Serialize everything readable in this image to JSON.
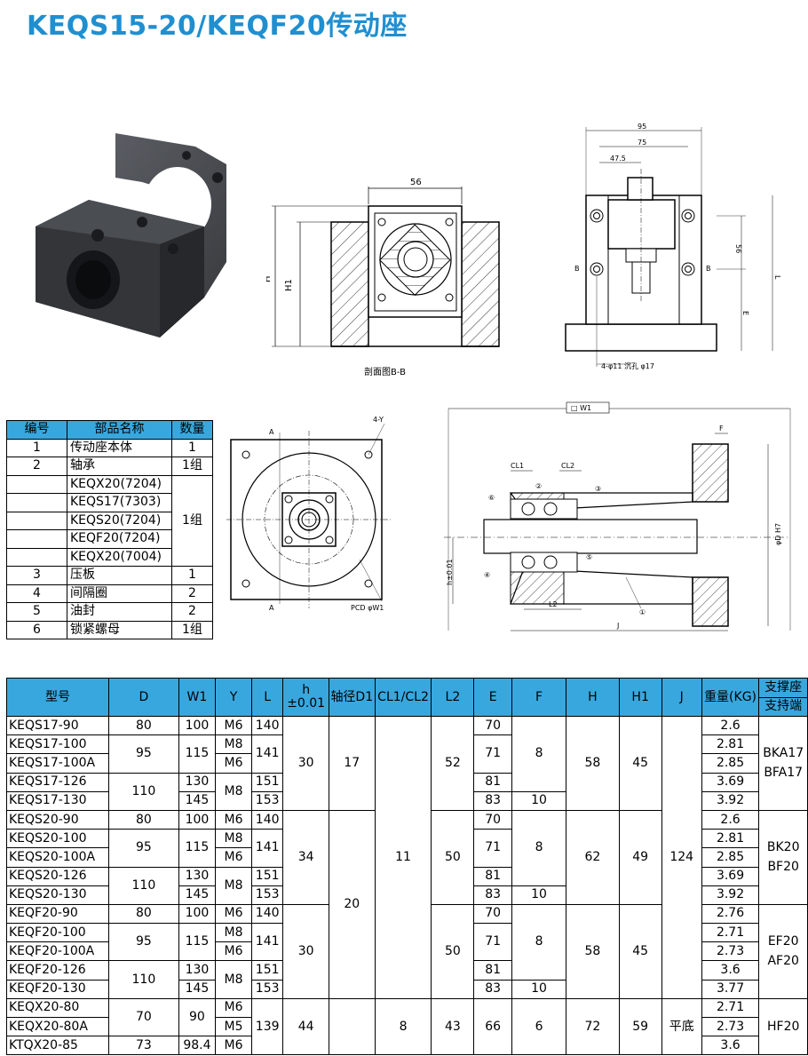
{
  "title": "KEQS15-20/KEQF20传动座",
  "drawing_labels": {
    "dim_56": "56",
    "dim_H": "H",
    "dim_H1": "H1",
    "section_label": "剖面图B-B",
    "dim_95": "95",
    "dim_75": "75",
    "dim_47_5": "47.5",
    "dim_56_side": "56",
    "dim_L": "L",
    "dim_E": "E",
    "dim_B1": "B",
    "dim_B2": "B",
    "holes_note": "4-φ11 沉孔 φ17",
    "dim_A_top": "A",
    "dim_A_bottom": "A",
    "dim_4Y": "4-Y",
    "pcd_label": "PCD φW1",
    "dim_square": "□ W1",
    "dim_F": "F",
    "dim_CL1": "CL1",
    "dim_CL2": "CL2",
    "dim_h": "h±0.01",
    "dim_D": "φD H7",
    "dim_L2": "L2",
    "dim_J": "J",
    "balloon_1": "①",
    "balloon_2": "②",
    "balloon_3": "③",
    "balloon_4": "④",
    "balloon_5": "⑤",
    "balloon_6": "⑥"
  },
  "parts_table": {
    "headers": [
      "编号",
      "部品名称",
      "数量"
    ],
    "rows": [
      {
        "no": "1",
        "name": "传动座本体",
        "qty": "1"
      },
      {
        "no": "2",
        "name": "轴承",
        "qty": "1组"
      },
      {
        "no": "",
        "name": "KEQX20(7204)",
        "qty": ""
      },
      {
        "no": "",
        "name": "KEQS17(7303)",
        "qty": "1组"
      },
      {
        "no": "",
        "name": "KEQS20(7204)",
        "qty": ""
      },
      {
        "no": "",
        "name": "KEQF20(7204)",
        "qty": ""
      },
      {
        "no": "",
        "name": "KEQX20(7004)",
        "qty": ""
      },
      {
        "no": "3",
        "name": "压板",
        "qty": "1"
      },
      {
        "no": "4",
        "name": "间隔圈",
        "qty": "2"
      },
      {
        "no": "5",
        "name": "油封",
        "qty": "2"
      },
      {
        "no": "6",
        "name": "锁紧螺母",
        "qty": "1组"
      }
    ]
  },
  "specs_table": {
    "headers": {
      "model": "型号",
      "D": "D",
      "W1": "W1",
      "Y": "Y",
      "L": "L",
      "h_line1": "h",
      "h_line2": "±0.01",
      "D1": "轴径D1",
      "CL": "CL1/CL2",
      "L2": "L2",
      "E": "E",
      "F": "F",
      "H": "H",
      "H1": "H1",
      "J": "J",
      "weight": "重量(KG)",
      "support1": "支撑座",
      "support2": "支持端"
    },
    "models": [
      "KEQS17-90",
      "KEQS17-100",
      "KEQS17-100A",
      "KEQS17-126",
      "KEQS17-130",
      "KEQS20-90",
      "KEQS20-100",
      "KEQS20-100A",
      "KEQS20-126",
      "KEQS20-130",
      "KEQF20-90",
      "KEQF20-100",
      "KEQF20-100A",
      "KEQF20-126",
      "KEQF20-130",
      "KEQX20-80",
      "KEQX20-80A",
      "KTQX20-85"
    ],
    "D": [
      "80",
      "95",
      "110",
      "80",
      "95",
      "110",
      "80",
      "95",
      "110",
      "70",
      "73"
    ],
    "W1": [
      "100",
      "115",
      "130",
      "145",
      "100",
      "115",
      "130",
      "145",
      "100",
      "115",
      "130",
      "145",
      "90",
      "98.4"
    ],
    "Y": [
      "M6",
      "M8",
      "M6",
      "M8",
      "M6",
      "M8",
      "M6",
      "M8",
      "M6",
      "M8",
      "M6",
      "M8",
      "M6",
      "M5",
      "M6"
    ],
    "L": [
      "140",
      "141",
      "151",
      "153",
      "140",
      "141",
      "151",
      "153",
      "140",
      "141",
      "151",
      "153",
      "139"
    ],
    "h": [
      "30",
      "34",
      "30",
      "44"
    ],
    "D1": [
      "17",
      "20"
    ],
    "CL": [
      "11",
      "8"
    ],
    "L2": [
      "52",
      "50",
      "50",
      "43"
    ],
    "E": [
      "70",
      "71",
      "81",
      "83",
      "70",
      "71",
      "81",
      "83",
      "70",
      "71",
      "81",
      "83",
      "66"
    ],
    "F": [
      "8",
      "10",
      "8",
      "10",
      "8",
      "10",
      "6"
    ],
    "H": [
      "58",
      "62",
      "58",
      "72"
    ],
    "H1": [
      "45",
      "49",
      "45",
      "59"
    ],
    "J": [
      "124",
      "平底"
    ],
    "weight": [
      "2.6",
      "2.81",
      "2.85",
      "3.69",
      "3.92",
      "2.6",
      "2.81",
      "2.85",
      "3.69",
      "3.92",
      "2.76",
      "2.71",
      "2.73",
      "3.6",
      "3.77",
      "2.71",
      "2.73",
      "3.6"
    ],
    "support": [
      "BKA17\nBFA17",
      "BK20\nBF20",
      "EF20\nAF20",
      "HF20"
    ]
  },
  "colors": {
    "title": "#1f8fd0",
    "header_bg": "#38a7de"
  }
}
